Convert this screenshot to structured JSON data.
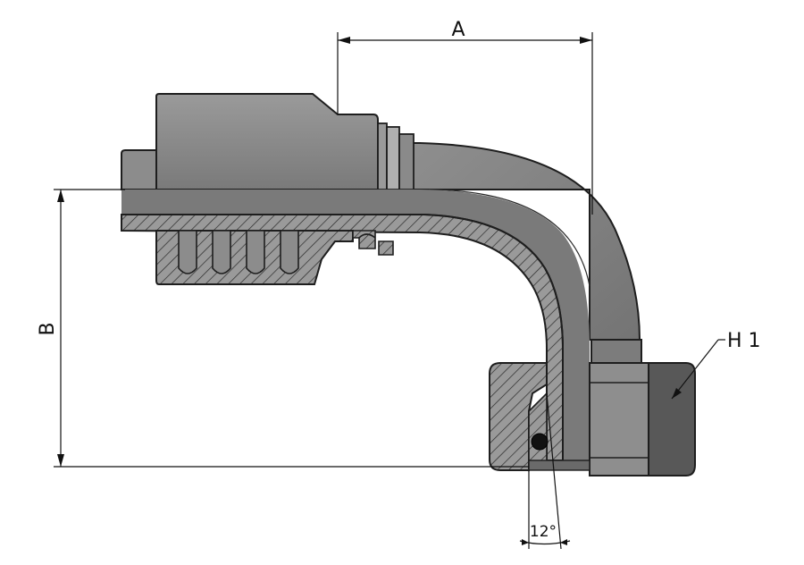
{
  "labels": {
    "dim_a": "A",
    "dim_b": "B",
    "dim_h1": "H 1",
    "angle": "12°"
  },
  "colors": {
    "steel": "#8c8c8c",
    "steel_dark": "#6e6e6e",
    "steel_light": "#a6a6a6",
    "outline": "#1e1e1e",
    "nut_face": "#585858",
    "dimension_line": "#111111"
  }
}
